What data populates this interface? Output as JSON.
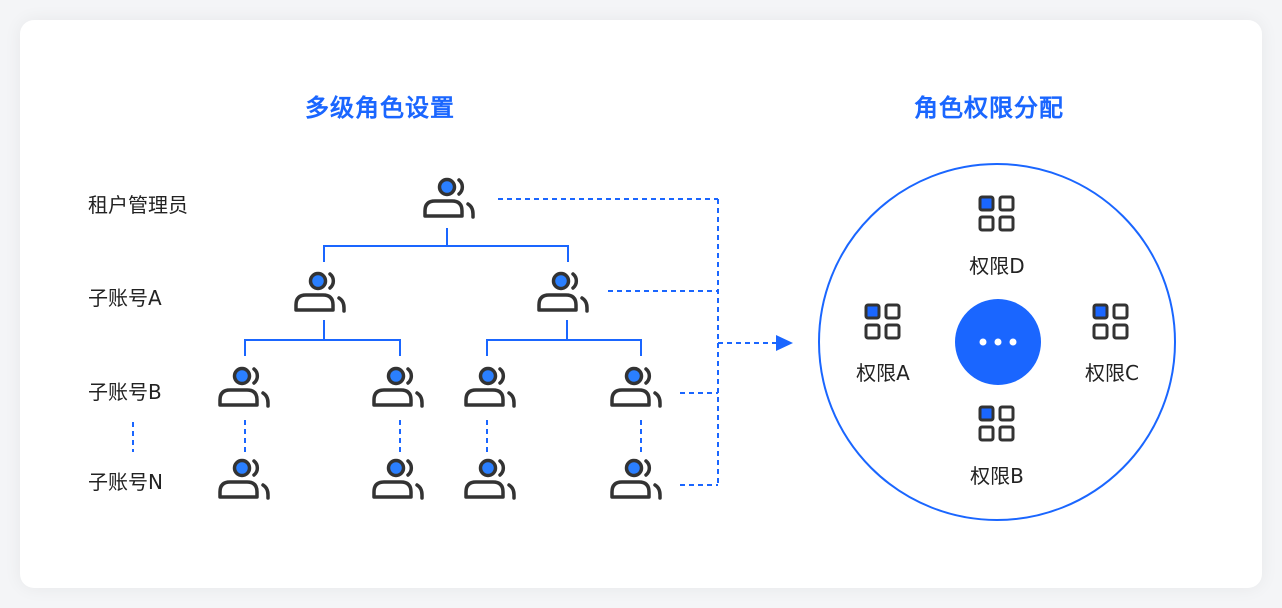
{
  "colors": {
    "accent": "#1a66ff",
    "icon_stroke": "#333333",
    "text": "#222222"
  },
  "left": {
    "title": "多级角色设置",
    "levels": [
      "租户管理员",
      "子账号A",
      "子账号B",
      "子账号N"
    ],
    "icon": "user-icon"
  },
  "right": {
    "title": "角色权限分配",
    "permissions": [
      "权限D",
      "权限A",
      "权限C",
      "权限B"
    ],
    "center_icon": "more-icon",
    "perm_icon": "grid-icon"
  }
}
